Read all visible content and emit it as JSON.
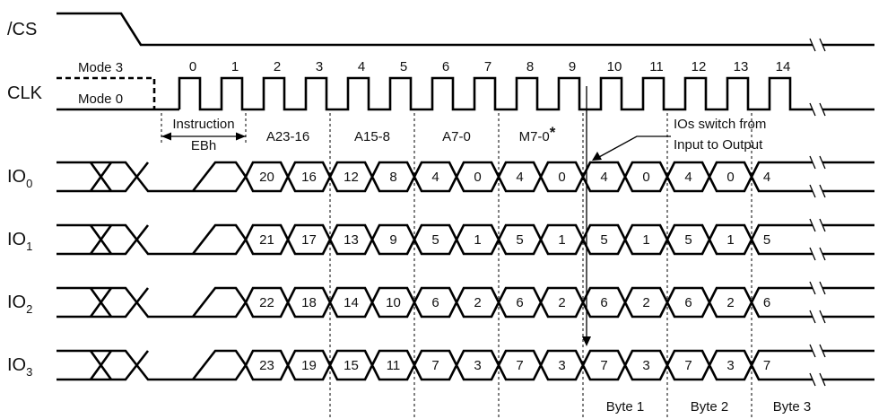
{
  "signals": [
    {
      "id": "cs",
      "label": "/CS",
      "sub": ""
    },
    {
      "id": "clk",
      "label": "CLK",
      "sub": ""
    },
    {
      "id": "io0",
      "label": "IO",
      "sub": "0"
    },
    {
      "id": "io1",
      "label": "IO",
      "sub": "1"
    },
    {
      "id": "io2",
      "label": "IO",
      "sub": "2"
    },
    {
      "id": "io3",
      "label": "IO",
      "sub": "3"
    }
  ],
  "clock_modes": {
    "mode3": "Mode 3",
    "mode0": "Mode 0"
  },
  "clock_numbers": [
    "0",
    "1",
    "2",
    "3",
    "4",
    "5",
    "6",
    "7",
    "8",
    "9",
    "10",
    "11",
    "12",
    "13",
    "14"
  ],
  "instruction": {
    "line1": "Instruction",
    "line2": "EBh"
  },
  "phases": [
    {
      "label": "A23-16",
      "star": false
    },
    {
      "label": "A15-8",
      "star": false
    },
    {
      "label": "A7-0",
      "star": false
    },
    {
      "label": "M7-0",
      "star": true
    }
  ],
  "star_symbol": "*",
  "io_switch_note": [
    "IOs switch from",
    "Input to Output"
  ],
  "io_bits": [
    [
      "20",
      "16",
      "12",
      "8",
      "4",
      "0",
      "4",
      "0",
      "4",
      "0",
      "4",
      "0",
      "4"
    ],
    [
      "21",
      "17",
      "13",
      "9",
      "5",
      "1",
      "5",
      "1",
      "5",
      "1",
      "5",
      "1",
      "5"
    ],
    [
      "22",
      "18",
      "14",
      "10",
      "6",
      "2",
      "6",
      "2",
      "6",
      "2",
      "6",
      "2",
      "6"
    ],
    [
      "23",
      "19",
      "15",
      "11",
      "7",
      "3",
      "7",
      "3",
      "7",
      "3",
      "7",
      "3",
      "7"
    ]
  ],
  "bytes": [
    "Byte 1",
    "Byte 2",
    "Byte 3"
  ]
}
